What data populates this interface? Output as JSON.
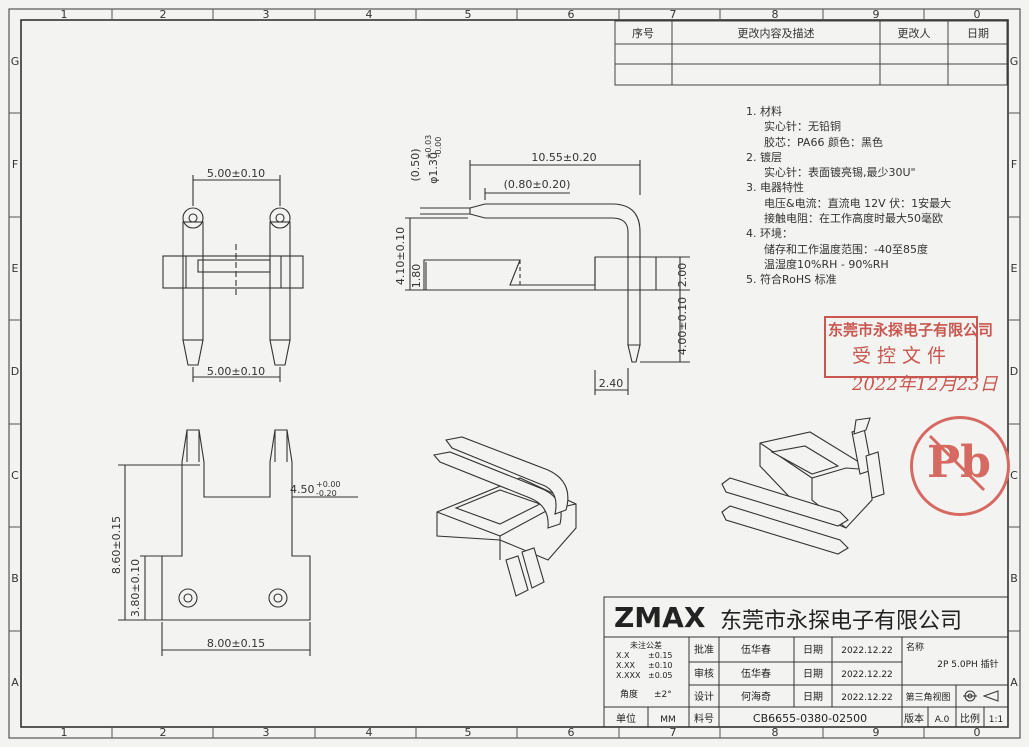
{
  "frame": {
    "col_labels_top": [
      "1",
      "2",
      "3",
      "4",
      "5",
      "6",
      "7",
      "8",
      "9",
      "0"
    ],
    "col_labels_bottom": [
      "1",
      "2",
      "3",
      "4",
      "5",
      "6",
      "7",
      "8",
      "9",
      "0"
    ],
    "row_labels": [
      "G",
      "F",
      "E",
      "D",
      "C",
      "B",
      "A"
    ]
  },
  "revision_table": {
    "headers": [
      "序号",
      "更改内容及描述",
      "更改人",
      "日期"
    ]
  },
  "notes": [
    {
      "text": "1. 材料",
      "indent": 0
    },
    {
      "text": "实心针：无铅铜",
      "indent": 1
    },
    {
      "text": "胶芯：PA66 颜色：黑色",
      "indent": 1
    },
    {
      "text": "2. 镀层",
      "indent": 0
    },
    {
      "text": "实心针：表面镀亮锡,最少30U\"",
      "indent": 1
    },
    {
      "text": "3. 电器特性",
      "indent": 0
    },
    {
      "text": "电压&电流：直流电 12V 伏：1安最大",
      "indent": 1
    },
    {
      "text": "接触电阻：在工作高度时最大50毫欧",
      "indent": 1
    },
    {
      "text": "4.  环境：",
      "indent": 0
    },
    {
      "text": "储存和工作温度范围：-40至85度",
      "indent": 1
    },
    {
      "text": "温湿度10%RH - 90%RH",
      "indent": 1
    },
    {
      "text": "5. 符合RoHS 标准",
      "indent": 0
    }
  ],
  "stamp": {
    "company": "东莞市永探电子有限公司",
    "title": "受控文件",
    "date": "2022年12月23日"
  },
  "pb_mark": "Pb",
  "dims": {
    "front_top": "5.00±0.10",
    "front_bottom": "5.00±0.10",
    "side_length": "10.55±0.20",
    "side_offset": "(0.80±0.20)",
    "side_paren": "(0.50)",
    "side_dia": "φ1.30",
    "side_dia_tol_up": "+0.03",
    "side_dia_tol_dn": "-0.00",
    "side_h1": "4.10±0.10",
    "side_h2": "1.80",
    "side_h3": "2.00",
    "side_h4": "4.00±0.10",
    "side_w": "2.40",
    "bottom_h1": "8.60±0.15",
    "bottom_h2": "3.80±0.10",
    "bottom_w": "8.00±0.15",
    "bottom_pin": "4.50",
    "bottom_pin_tol_up": "+0.00",
    "bottom_pin_tol_dn": "-0.20"
  },
  "title_block": {
    "brand": "ZMAX",
    "company": "东莞市永探电子有限公司",
    "tolerance_title": "未注公差",
    "tolerances": [
      {
        "k": "X.X",
        "v": "±0.15"
      },
      {
        "k": "X.XX",
        "v": "±0.10"
      },
      {
        "k": "X.XXX",
        "v": "±0.05"
      }
    ],
    "angle_label": "角度",
    "angle_value": "±2°",
    "unit_label": "单位",
    "unit_value": "MM",
    "approve_label": "批准",
    "approve_name": "伍华春",
    "check_label": "审核",
    "check_name": "伍华春",
    "design_label": "设计",
    "design_name": "何海奇",
    "date_label": "日期",
    "date1": "2022.12.22",
    "date2": "2022.12.22",
    "date3": "2022.12.22",
    "name_label": "名称",
    "name_value": "2P 5.0PH 插针",
    "view_label": "第三角视图",
    "part_label": "料号",
    "part_value": "CB6655-0380-02500",
    "rev_label": "版本",
    "rev_value": "A.0",
    "scale_label": "比例",
    "scale_value": "1:1"
  }
}
